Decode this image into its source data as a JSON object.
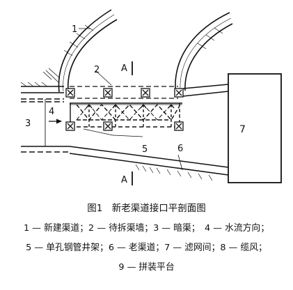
{
  "labels": {
    "n1": "1",
    "n2": "2",
    "n3": "3",
    "n4": "4",
    "n5": "5",
    "n6": "6",
    "n7": "7",
    "section_top": "A",
    "section_bottom": "A"
  },
  "caption": {
    "title": "图1　新老渠道接口平剖面图",
    "line1": "1 — 新建渠道；2 — 待拆渠墙；3 — 暗渠；　4 — 水流方向；",
    "line2": "5 — 单孔钢管井架；6 — 老渠道；7 — 滤网间；8 — 缆风；",
    "line3": "9 — 拼装平台"
  },
  "colors": {
    "ink": "#111111",
    "background": "#ffffff"
  }
}
